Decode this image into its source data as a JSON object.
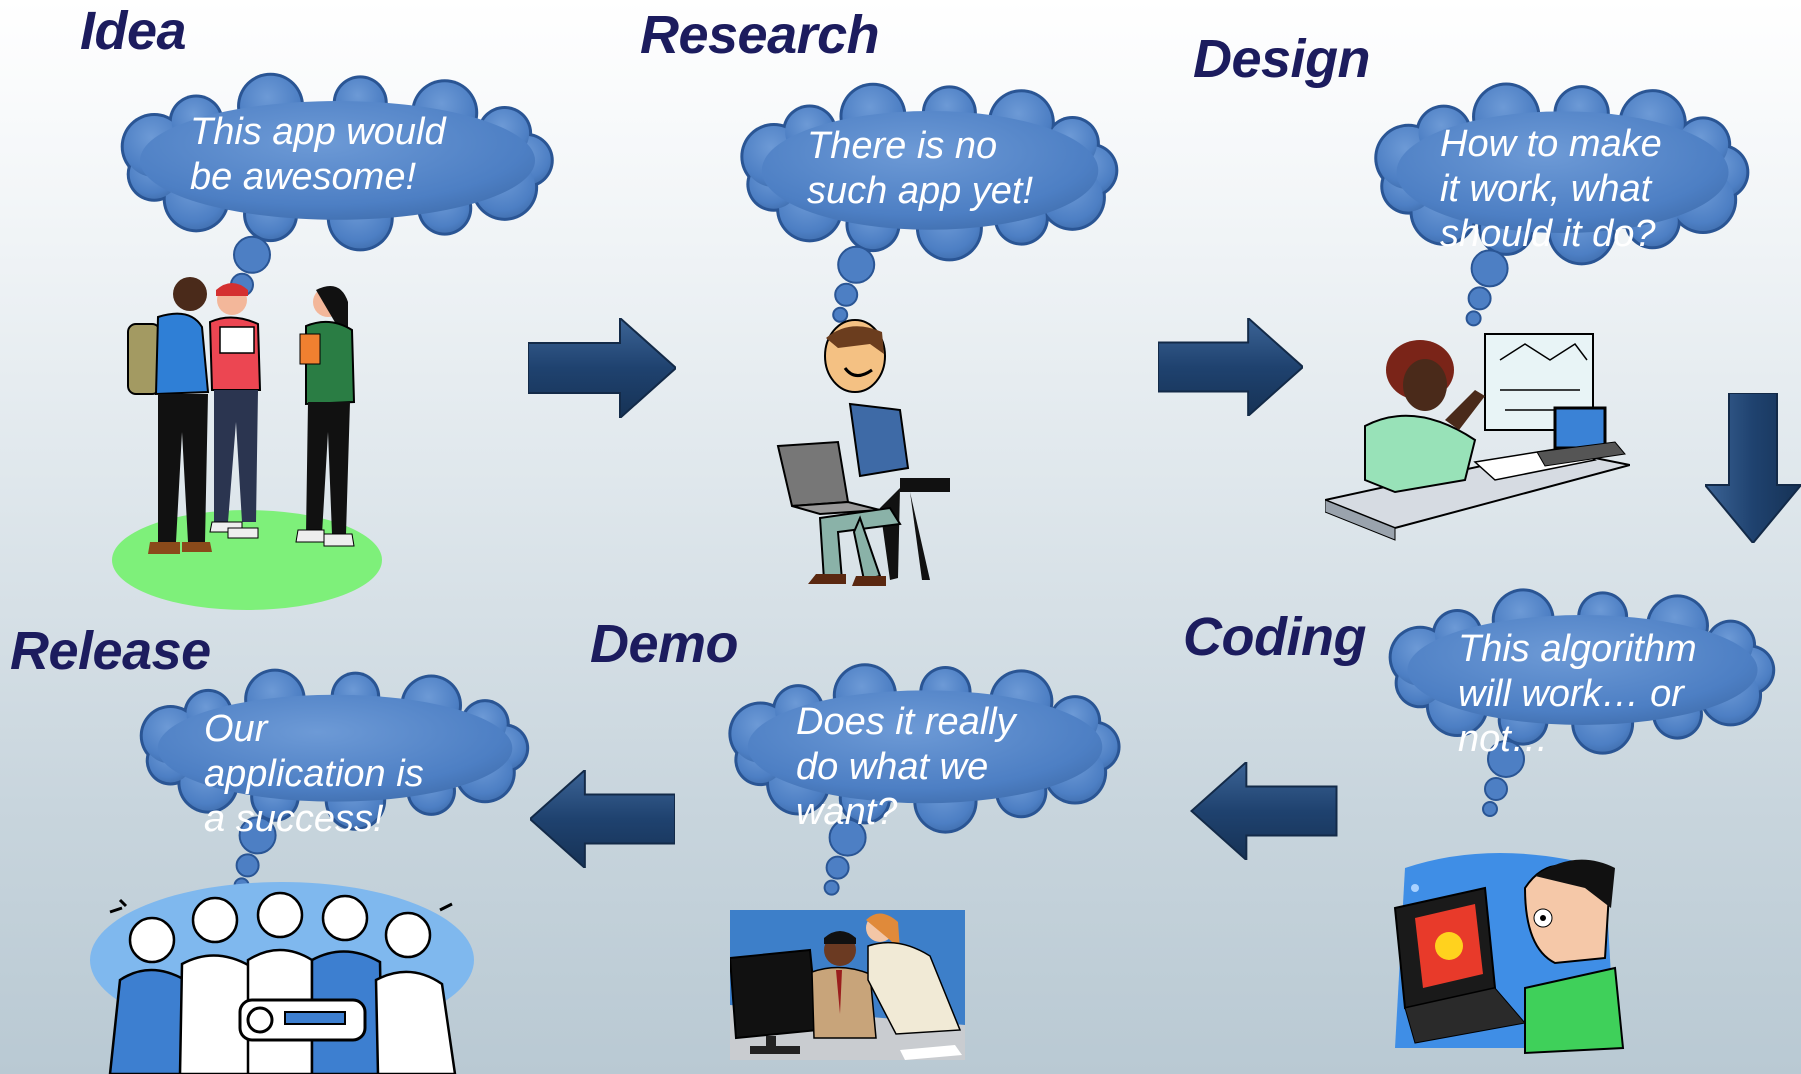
{
  "colors": {
    "stage_title": "#1c1c5e",
    "cloud_fill": "#4d7fc4",
    "cloud_stroke": "#2a5594",
    "arrow_fill": "#1f426f"
  },
  "stages": {
    "idea": {
      "title": "Idea",
      "thought": "This app would\nbe awesome!",
      "illustration": "people-talking-illustration"
    },
    "research": {
      "title": "Research",
      "thought": "There is no\nsuch app yet!",
      "illustration": "man-with-laptop-illustration"
    },
    "design": {
      "title": "Design",
      "thought": "How to make\nit work, what\nshould it do?",
      "illustration": "designer-at-desk-illustration"
    },
    "coding": {
      "title": "Coding",
      "thought": "This algorithm\nwill work… or\nnot…",
      "illustration": "programmer-at-computer-illustration"
    },
    "demo": {
      "title": "Demo",
      "thought": "Does it really\ndo what we\nwant?",
      "illustration": "two-people-at-monitor-illustration"
    },
    "release": {
      "title": "Release",
      "thought": "Our\napplication is\na success!",
      "illustration": "team-holding-key-illustration"
    }
  },
  "arrows": [
    "right",
    "right",
    "down",
    "left",
    "left"
  ]
}
